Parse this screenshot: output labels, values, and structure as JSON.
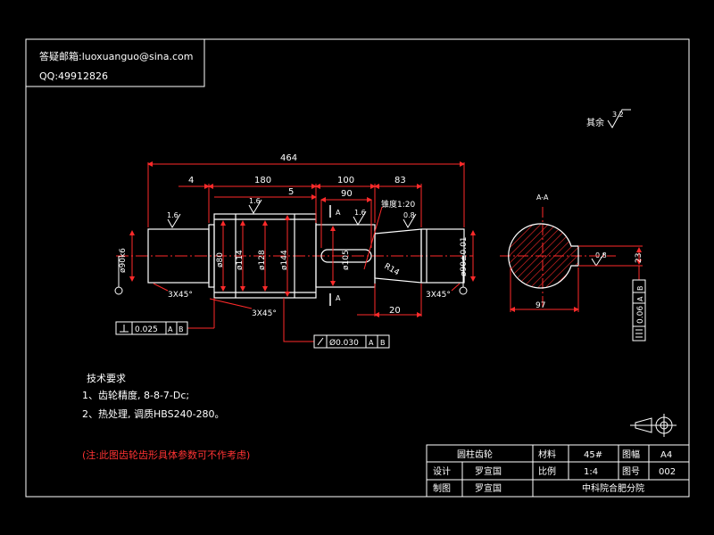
{
  "header": {
    "email_line": "答疑邮箱:luoxuanguo@sina.com",
    "qq_line": "QQ:49912826"
  },
  "surface": {
    "ra_label": "其余",
    "ra_value": "3.2",
    "ra_1_6_a": "1.6",
    "ra_1_6_b": "1.6",
    "ra_1_6_c": "1.6",
    "ra_0_8_a": "0.8",
    "ra_0_8_b": "0.8"
  },
  "dims": {
    "overall": "464",
    "d180": "180",
    "d4": "4",
    "d100": "100",
    "d83": "83",
    "d90": "90",
    "d5": "5",
    "d20": "20",
    "d97": "97",
    "d23": "23",
    "phi90_left": "ø90k6",
    "phi80": "ø80",
    "phi114": "ø114",
    "phi128": "ø128",
    "phi144": "ø144",
    "phi105": "ø105",
    "phi90_right": "ø90±0.01",
    "r14": "R14",
    "taper": "锥度1:20",
    "chamfer_left": "3X45°",
    "chamfer_mid": "3X45°",
    "chamfer_right": "3X45°",
    "section_mark_a1": "A",
    "section_mark_a2": "A",
    "section_title": "A-A",
    "datum_a": "A",
    "datum_b": "B"
  },
  "tolerances": {
    "perp_value": "0.025",
    "perp_a": "A",
    "perp_b": "B",
    "runout_value": "Ø0.030",
    "runout_a": "A",
    "runout_b": "B",
    "sym_value": "0.06",
    "sym_a": "A",
    "sym_b": "B"
  },
  "tech": {
    "title": "技术要求",
    "item1": "1、齿轮精度, 8-8-7-Dc;",
    "item2": "2、热处理, 调质HBS240-280。",
    "note": "(注:此图齿轮齿形具体参数可不作考虑)"
  },
  "title_block": {
    "part_name": "圆柱齿轮",
    "material_label": "材料",
    "material_value": "45#",
    "sheet_label": "图幅",
    "sheet_value": "A4",
    "design_label": "设计",
    "designer": "罗宣国",
    "scale_label": "比例",
    "scale_value": "1:4",
    "drawing_no_label": "图号",
    "drawing_no_value": "002",
    "drawn_label": "制图",
    "drawer": "罗宣国",
    "org": "中科院合肥分院"
  },
  "colors": {
    "background": "#000000",
    "line": "#ffffff",
    "dimension": "#ff2a2a",
    "centerline": "#ff2a2a",
    "text_yellow": "#ffff00",
    "note_red": "#ff3333"
  }
}
